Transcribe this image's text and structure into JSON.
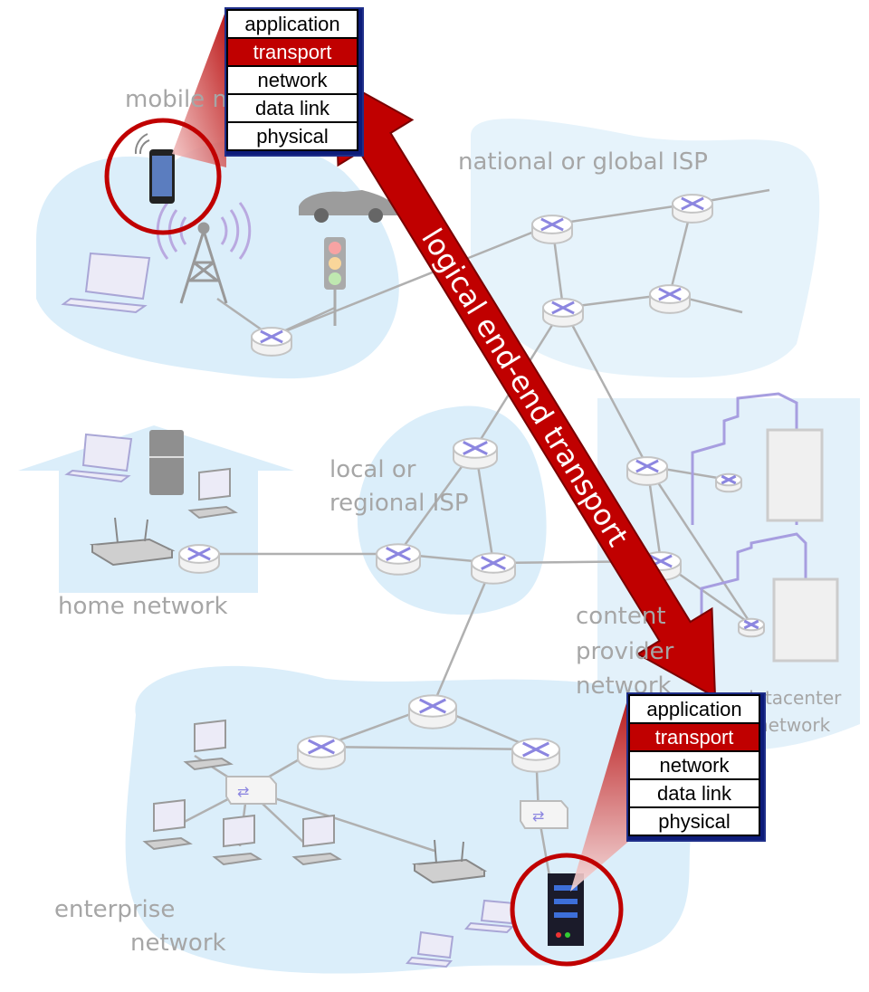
{
  "labels": {
    "mobile_network": "mobile network",
    "national_isp": "national or global ISP",
    "local_isp_line1": "local or",
    "local_isp_line2": "regional ISP",
    "home_network": "home network",
    "content_line1": "content",
    "content_line2": "provider",
    "content_line3": "network",
    "datacenter_line1": "datacenter",
    "datacenter_line2": "network",
    "enterprise_line1": "enterprise",
    "enterprise_line2": "network"
  },
  "top_stack": [
    "application",
    "transport",
    "network",
    "data link",
    "physical"
  ],
  "bottom_stack": [
    "application",
    "transport",
    "network",
    "data link",
    "physical"
  ],
  "highlighted_layer": "transport",
  "arrow_label": "logical end-end transport",
  "colors": {
    "region": "#dbeefa",
    "router": "#ffffff",
    "router_arrows": "#8c86e0",
    "arrow": "#c00000",
    "link": "#b0b0b0",
    "label": "#a6a6a6"
  }
}
